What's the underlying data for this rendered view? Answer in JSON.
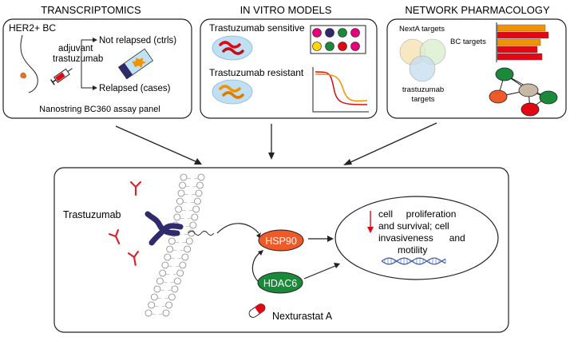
{
  "headings": {
    "transcriptomics": "TRANSCRIPTOMICS",
    "in_vitro": "IN VITRO MODELS",
    "network": "NETWORK PHARMACOLOGY"
  },
  "transcriptomics": {
    "cohort": "HER2+ BC",
    "treatment_line1": "adjuvant",
    "treatment_line2": "trastuzumab",
    "not_relapsed": "Not relapsed (ctrls)",
    "relapsed": "Relapsed (cases)",
    "assay": "Nanostring BC360 assay panel"
  },
  "in_vitro": {
    "sensitive": "Trastuzumab sensitive",
    "resistant": "Trastuzumab resistant",
    "well_colors": [
      "#e5007e",
      "#2e2a6b",
      "#1a8a3a",
      "#e5007e",
      "#ffd700",
      "#1a8a3a",
      "#e30613",
      "#e5007e"
    ],
    "curve_colors": [
      "#e30613",
      "#f39200"
    ]
  },
  "network": {
    "nexta_targets": "NextA targets",
    "bc_targets": "BC targets",
    "trastuzumab_line1": "trastuzumab",
    "trastuzumab_line2": "targets",
    "venn_colors": [
      "#f6e3b4",
      "#dcefd0",
      "#c9dff0"
    ],
    "bar_colors": [
      "#f39200",
      "#e30613",
      "#f39200",
      "#e30613",
      "#e30613"
    ],
    "node_colors": [
      "#1a8a3a",
      "#c8b9a6",
      "#f05a28",
      "#1a8a3a",
      "#e30613"
    ]
  },
  "mechanism": {
    "antibody": "Trastuzumab",
    "hsp90": "HSP90",
    "hdac6": "HDAC6",
    "drug": "Nexturastat A",
    "outcome_line1": "cell     proliferation",
    "outcome_line2": "and survival; cell",
    "outcome_line3": "invasiveness      and",
    "outcome_line4": "motility",
    "colors": {
      "hsp90": "#f05a28",
      "hdac6": "#1a8a3a",
      "antibody_fab": "#d7262d",
      "receptor": "#2e2a6b",
      "down_arrow": "#e30613",
      "dna": "#3f5ba9"
    }
  }
}
